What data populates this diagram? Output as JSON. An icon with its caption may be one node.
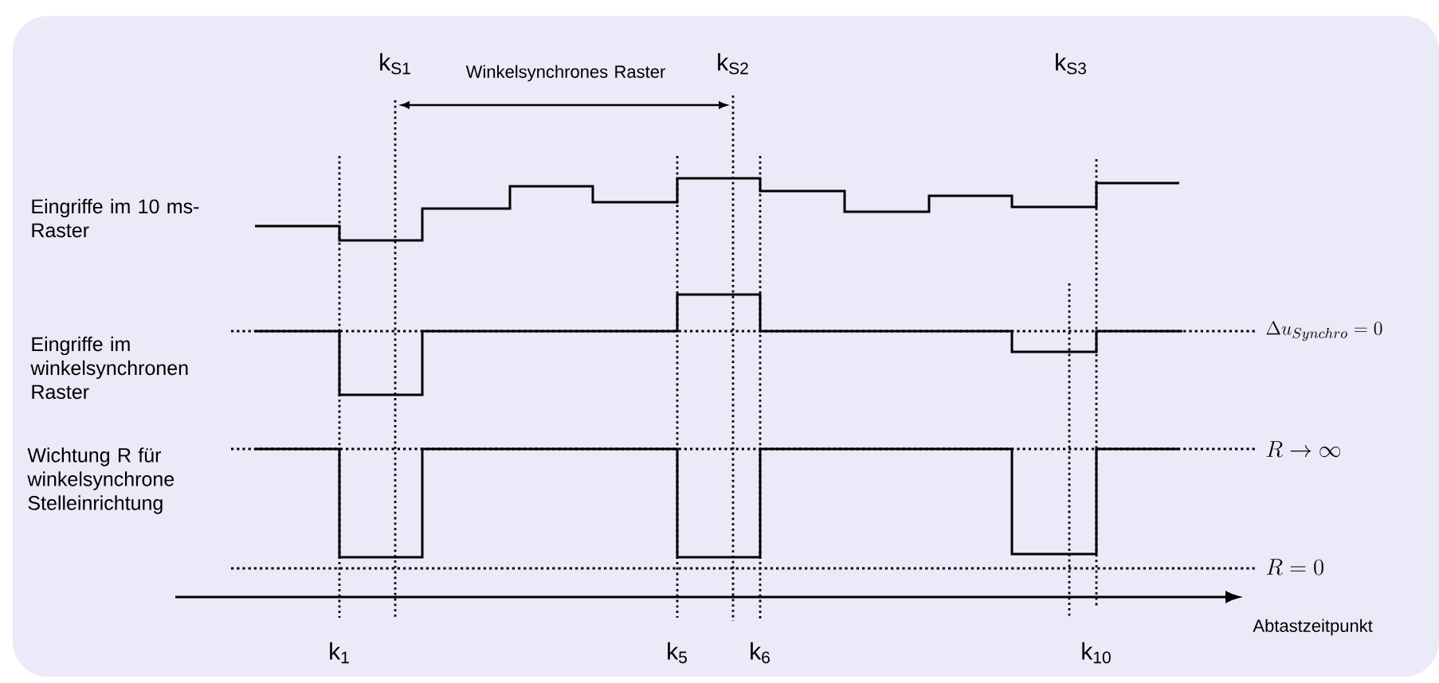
{
  "diagram": {
    "labels": [
      "k$_{S1}$",
      "Winkelsynchrones Raster",
      "k$_{S2}$",
      "k$_{S3}$",
      "Eingriffe im 10 ms-Raster",
      "Eingriffe im winkelsynchronen Raster",
      "\\Delta u_{Synchro} = 0",
      "Wichtung R für winkelsynchrone Stelleinrichtung",
      "R \\to \\infty",
      "R = 0",
      "Abtastzeitpunkt",
      "k$_{1}$",
      "k$_{5}$",
      "k$_{6}$",
      "k$_{10}$"
    ]
  }
}
